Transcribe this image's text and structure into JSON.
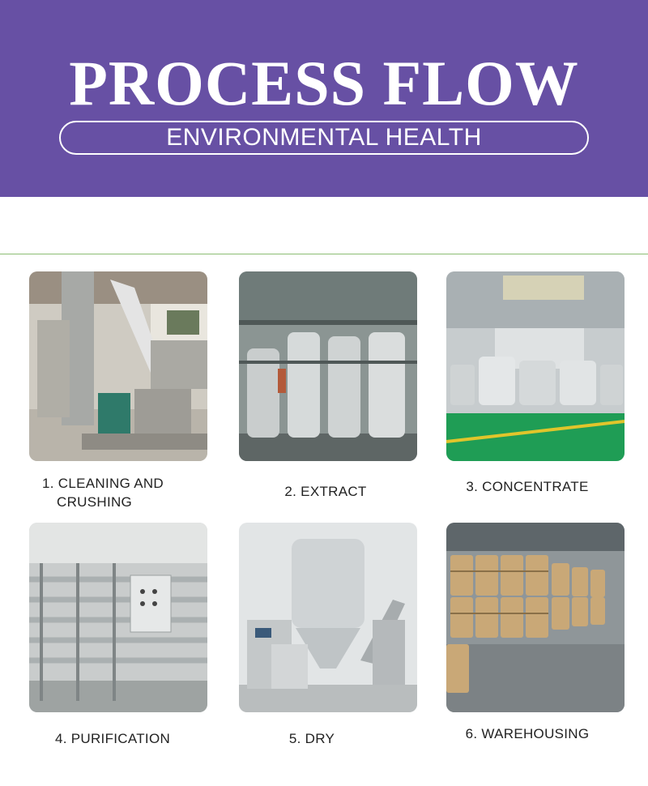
{
  "header": {
    "title": "PROCESS FLOW",
    "subtitle": "ENVIRONMENTAL HEALTH"
  },
  "steps": [
    {
      "line1": "1. CLEANING AND",
      "line2": "CRUSHING",
      "image": "crusher-machines-photo"
    },
    {
      "line1": "2. EXTRACT",
      "image": "extraction-tanks-photo"
    },
    {
      "line1": "3. CONCENTRATE",
      "image": "concentration-tanks-photo"
    },
    {
      "line1": "4. PURIFICATION",
      "image": "purification-pipes-photo"
    },
    {
      "line1": "5. DRY",
      "image": "spray-dryer-photo"
    },
    {
      "line1": "6. WAREHOUSING",
      "image": "warehouse-drums-photo"
    }
  ],
  "colors": {
    "banner": "#6750a4",
    "divider": "#8bbd73",
    "floor_green": "#1f9d55"
  }
}
